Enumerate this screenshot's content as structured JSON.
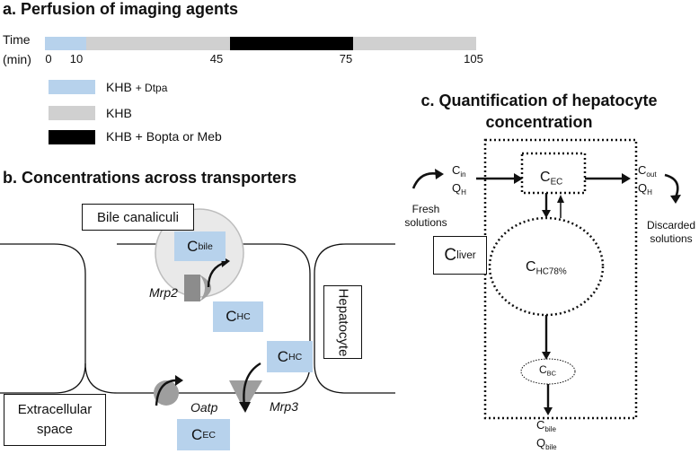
{
  "panel_a": {
    "title": "a. Perfusion of imaging agents",
    "axis_label_line1": "Time",
    "axis_label_line2": "(min)",
    "ticks": [
      "0",
      "10",
      "45",
      "75",
      "105"
    ],
    "segments": [
      {
        "start": 0,
        "end": 10,
        "color": "#b7d2ec"
      },
      {
        "start": 10,
        "end": 45,
        "color": "#d0d0d0"
      },
      {
        "start": 45,
        "end": 75,
        "color": "#000000"
      },
      {
        "start": 75,
        "end": 105,
        "color": "#d0d0d0"
      }
    ],
    "legend": [
      {
        "color": "#b7d2ec",
        "label": "KHB",
        "suffix": "+ Dtpa"
      },
      {
        "color": "#d0d0d0",
        "label": "KHB",
        "suffix": ""
      },
      {
        "color": "#000000",
        "label": "KHB + Bopta or Meb",
        "suffix": ""
      }
    ]
  },
  "panel_b": {
    "title": "b. Concentrations across transporters",
    "bile_canaliculi": "Bile canaliculi",
    "hepatocyte": "Hepatocyte",
    "extracellular_line1": "Extracellular",
    "extracellular_line2": "space",
    "c_main": "C",
    "sub_bile": "bile",
    "sub_hc": "HC",
    "sub_ec": "EC",
    "mrp2": "Mrp2",
    "oatp": "Oatp",
    "mrp3": "Mrp3"
  },
  "panel_c": {
    "title_line1": "c. Quantification of hepatocyte",
    "title_line2": "concentration",
    "c": "C",
    "sub_in": "in",
    "sub_out": "out",
    "q": "Q",
    "sub_h": "H",
    "sub_ec": "EC",
    "sub_hc78": "HC78%",
    "sub_bc": "BC",
    "sub_liver": "liver",
    "sub_bile": "bile",
    "fresh_line1": "Fresh",
    "fresh_line2": "solutions",
    "discarded_line1": "Discarded",
    "discarded_line2": "solutions"
  }
}
